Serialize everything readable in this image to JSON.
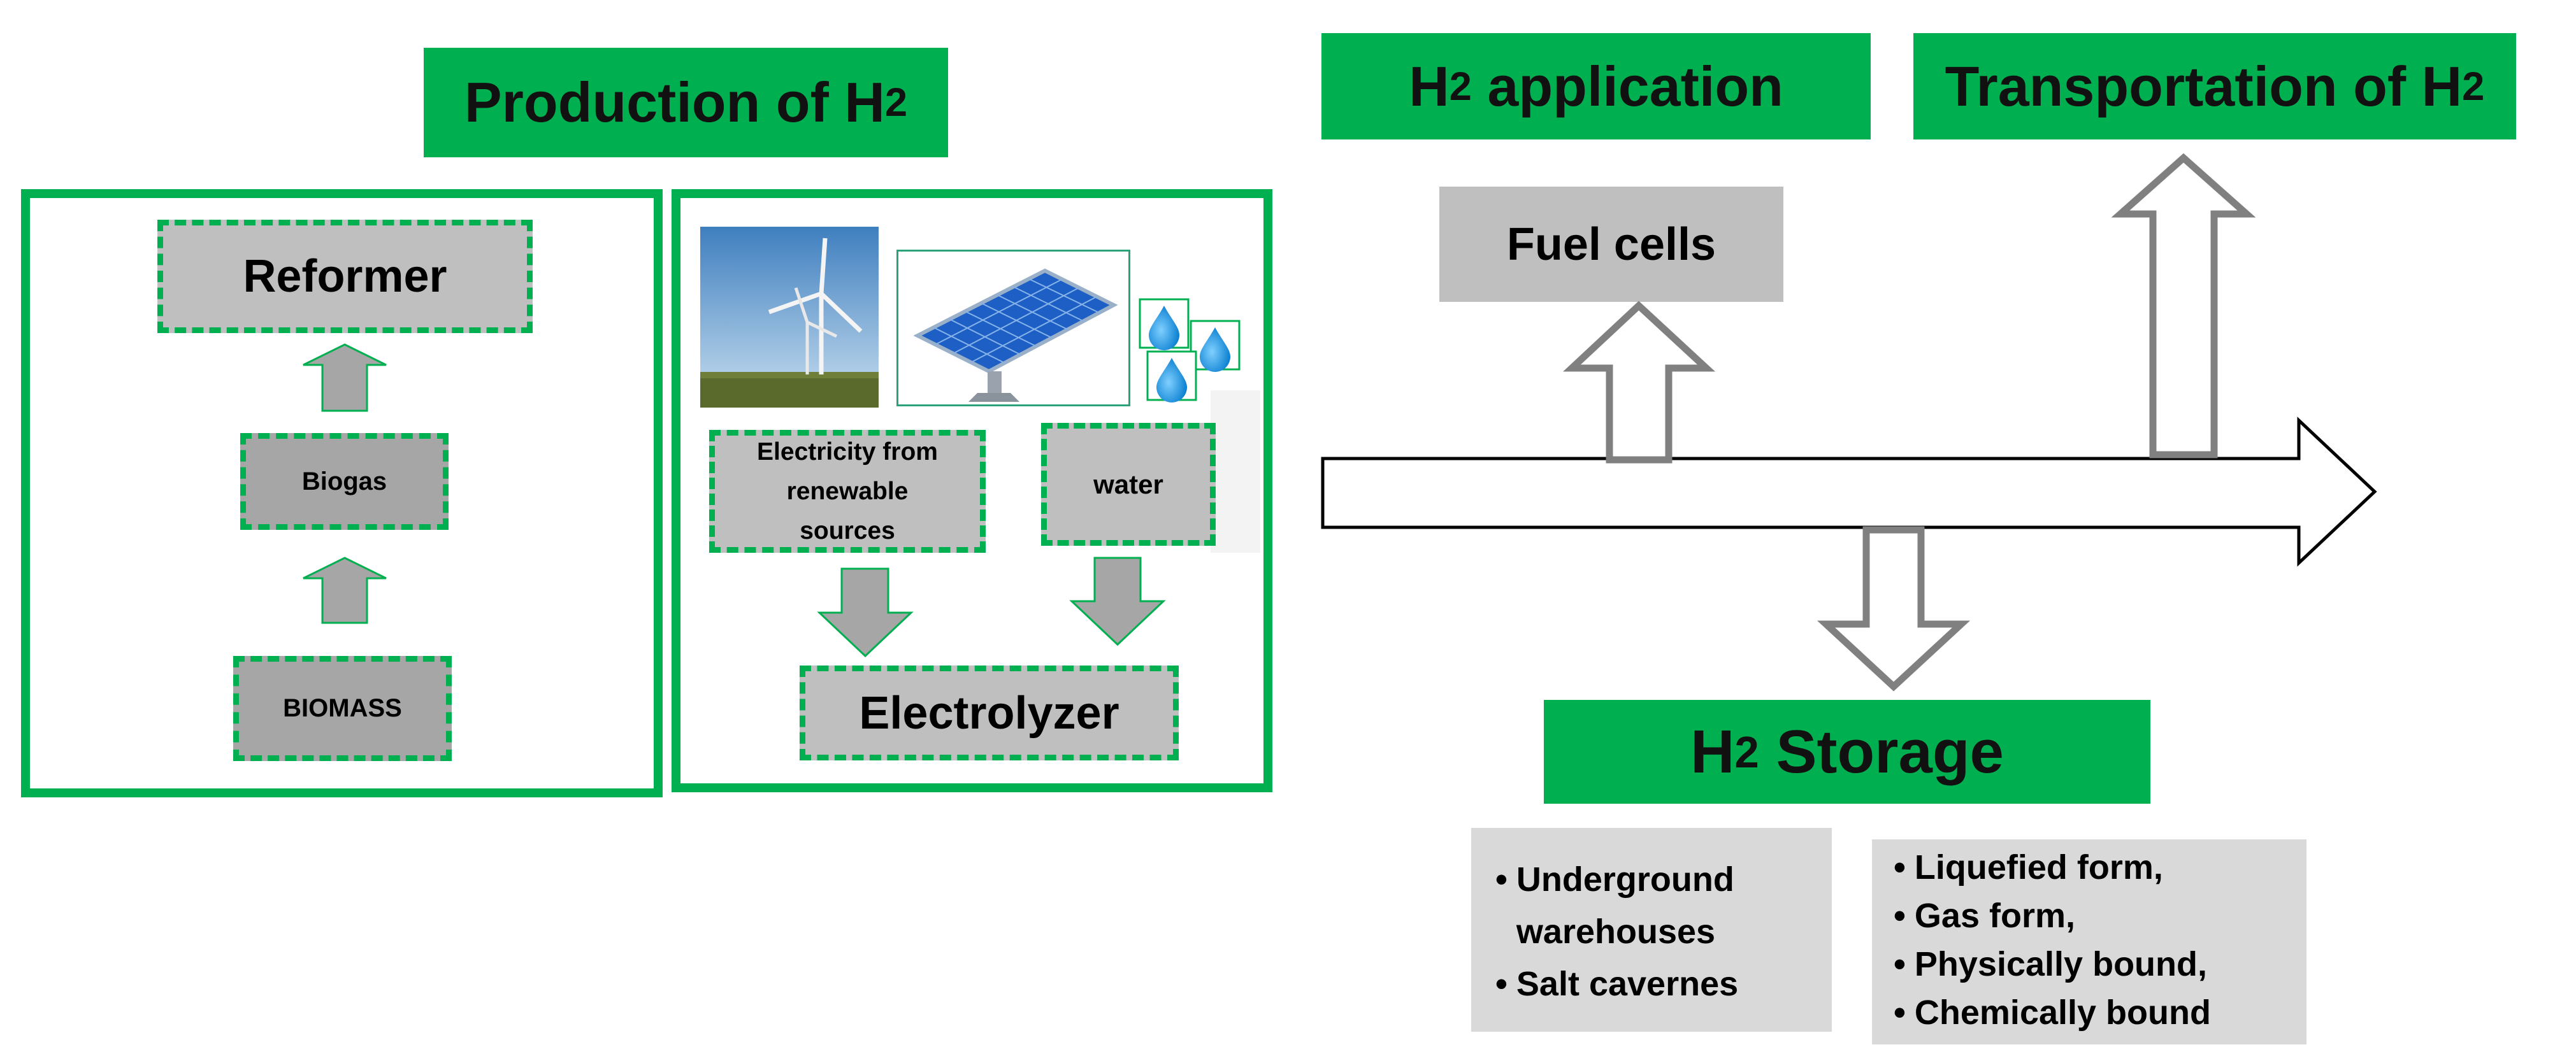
{
  "production": {
    "title": "Production of H",
    "title_sub": "2",
    "biomass_path": {
      "reformer": "Reformer",
      "biogas": "Biogas",
      "biomass": "BIOMASS"
    },
    "electrolysis_path": {
      "electricity": [
        "Electricity from",
        "renewable",
        "sources"
      ],
      "water": "water",
      "electrolyzer": "Electrolyzer"
    }
  },
  "application": {
    "title_h": "H",
    "title_sub": "2",
    "title_rest": " application",
    "fuel_cells": "Fuel cells"
  },
  "transportation": {
    "title": "Transportation of H",
    "title_sub": "2"
  },
  "storage": {
    "title_h": "H",
    "title_sub": "2",
    "title_rest": " Storage",
    "left_list": [
      "Underground warehouses",
      "Salt cavernes"
    ],
    "right_list": [
      "Liquefied form,",
      "Gas form,",
      "Physically bound,",
      "Chemically bound"
    ]
  },
  "colors": {
    "accent_green": "#00b050",
    "box_grey": "#bfbfbf",
    "light_grey": "#d9d9d9",
    "arrow_grey": "#a6a6a6"
  },
  "icons": [
    "wind-turbine-icon",
    "solar-panel-icon",
    "water-drop-icon"
  ]
}
